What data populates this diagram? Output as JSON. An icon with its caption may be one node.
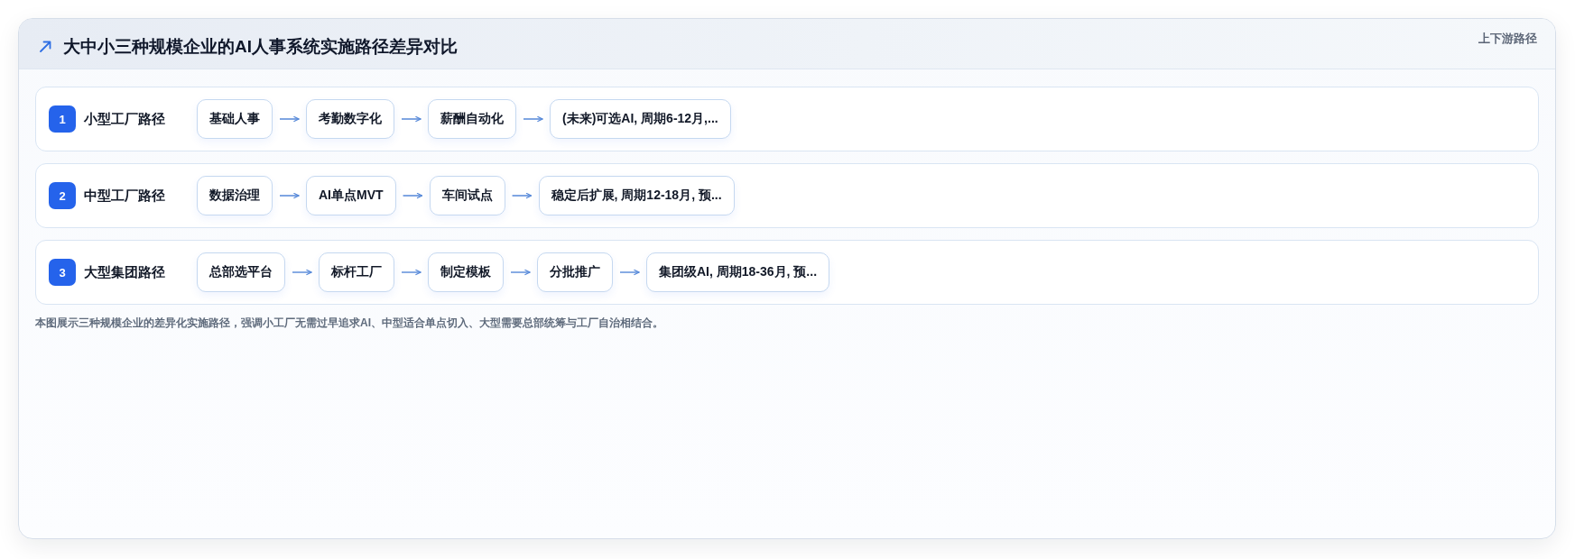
{
  "diagram": {
    "title": "大中小三种规模企业的AI人事系统实施路径差异对比",
    "caption": "本图展示三种规模企业的差异化实施路径，强调小工厂无需过早追求AI、中型适合单点切入、大型需要总部统筹与工厂自治相结合。",
    "nodes": [
      {
        "text": [
          "小型工厂路径"
        ]
      },
      {
        "text": [
          "1"
        ],
        "in": 0
      },
      {
        "text": [
          "基础人事"
        ],
        "in": 0
      },
      {
        "text": [
          "考勤数字化"
        ],
        "in": 0
      },
      {
        "text": [
          "薪酬自动化"
        ],
        "in": 0
      },
      {
        "text": [
          "(未来)可选AI, 周期6-12月,..."
        ],
        "in": 0
      },
      {
        "text": [
          "中型工厂路径"
        ]
      },
      {
        "text": [
          "2"
        ],
        "in": 6
      },
      {
        "text": [
          "数据治理"
        ],
        "in": 6
      },
      {
        "text": [
          "AI单点MVT"
        ],
        "in": 6
      },
      {
        "text": [
          "车间试点"
        ],
        "in": 6
      },
      {
        "text": [
          "稳定后扩展, 周期12-18月, 预..."
        ],
        "in": 6
      },
      {
        "text": [
          "大型集团路径"
        ]
      },
      {
        "text": [
          "3"
        ],
        "in": 12
      },
      {
        "text": [
          "总部选平台"
        ],
        "in": 12
      },
      {
        "text": [
          "标杆工厂"
        ],
        "in": 12
      },
      {
        "text": [
          "制定模板"
        ],
        "in": 12
      },
      {
        "text": [
          "分批推广"
        ],
        "in": 12
      },
      {
        "text": [
          "集团级AI, 周期18-36月, 预..."
        ],
        "in": 12
      }
    ],
    "edges": [
      {
        "from": 2,
        "to": 3,
        "arrow": "to"
      },
      {
        "from": 3,
        "to": 4,
        "arrow": "to"
      },
      {
        "from": 4,
        "to": 5,
        "arrow": "to"
      },
      {
        "from": 8,
        "to": 9,
        "arrow": "to"
      },
      {
        "from": 9,
        "to": 10,
        "arrow": "to"
      },
      {
        "from": 10,
        "to": 11,
        "arrow": "to"
      },
      {
        "from": 14,
        "to": 15,
        "arrow": "to"
      },
      {
        "from": 15,
        "to": 16,
        "arrow": "to"
      },
      {
        "from": 16,
        "to": 17,
        "arrow": "to"
      },
      {
        "from": 17,
        "to": 18,
        "arrow": "to"
      }
    ],
    "labels": [
      "上下游路径"
    ]
  }
}
